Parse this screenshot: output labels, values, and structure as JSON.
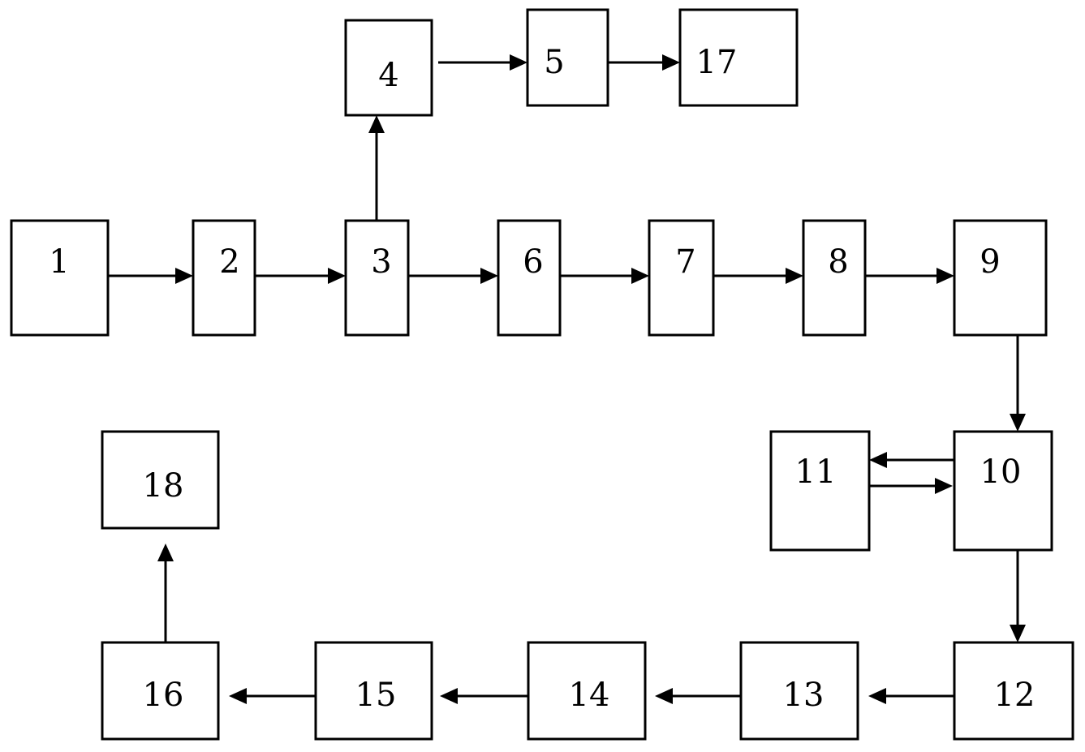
{
  "diagram": {
    "nodes": [
      {
        "id": "1",
        "label": "1"
      },
      {
        "id": "2",
        "label": "2"
      },
      {
        "id": "3",
        "label": "3"
      },
      {
        "id": "4",
        "label": "4"
      },
      {
        "id": "5",
        "label": "5"
      },
      {
        "id": "6",
        "label": "6"
      },
      {
        "id": "7",
        "label": "7"
      },
      {
        "id": "8",
        "label": "8"
      },
      {
        "id": "9",
        "label": "9"
      },
      {
        "id": "10",
        "label": "10"
      },
      {
        "id": "11",
        "label": "11"
      },
      {
        "id": "12",
        "label": "12"
      },
      {
        "id": "13",
        "label": "13"
      },
      {
        "id": "14",
        "label": "14"
      },
      {
        "id": "15",
        "label": "15"
      },
      {
        "id": "16",
        "label": "16"
      },
      {
        "id": "17",
        "label": "17"
      },
      {
        "id": "18",
        "label": "18"
      }
    ],
    "edges": [
      {
        "from": "1",
        "to": "2"
      },
      {
        "from": "2",
        "to": "3"
      },
      {
        "from": "3",
        "to": "4"
      },
      {
        "from": "4",
        "to": "5"
      },
      {
        "from": "5",
        "to": "17"
      },
      {
        "from": "3",
        "to": "6"
      },
      {
        "from": "6",
        "to": "7"
      },
      {
        "from": "7",
        "to": "8"
      },
      {
        "from": "8",
        "to": "9"
      },
      {
        "from": "9",
        "to": "10"
      },
      {
        "from": "10",
        "to": "11"
      },
      {
        "from": "11",
        "to": "10"
      },
      {
        "from": "10",
        "to": "12"
      },
      {
        "from": "12",
        "to": "13"
      },
      {
        "from": "13",
        "to": "14"
      },
      {
        "from": "14",
        "to": "15"
      },
      {
        "from": "15",
        "to": "16"
      },
      {
        "from": "16",
        "to": "18"
      }
    ],
    "colors": {
      "stroke": "#000000",
      "background": "#ffffff"
    }
  }
}
